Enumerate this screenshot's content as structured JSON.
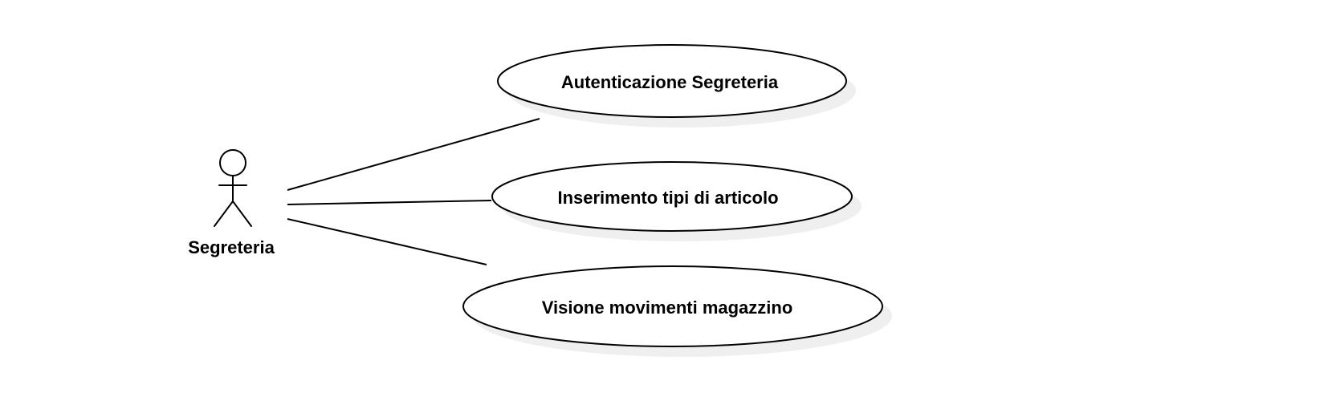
{
  "diagram": {
    "type": "use-case",
    "actor": {
      "name": "Segreteria"
    },
    "use_cases": [
      {
        "label": "Autenticazione Segreteria"
      },
      {
        "label": "Inserimento tipi di articolo"
      },
      {
        "label": "Visione movimenti magazzino"
      }
    ],
    "associations": [
      {
        "from": "Segreteria",
        "to": "Autenticazione Segreteria"
      },
      {
        "from": "Segreteria",
        "to": "Inserimento tipi di articolo"
      },
      {
        "from": "Segreteria",
        "to": "Visione movimenti magazzino"
      }
    ]
  }
}
